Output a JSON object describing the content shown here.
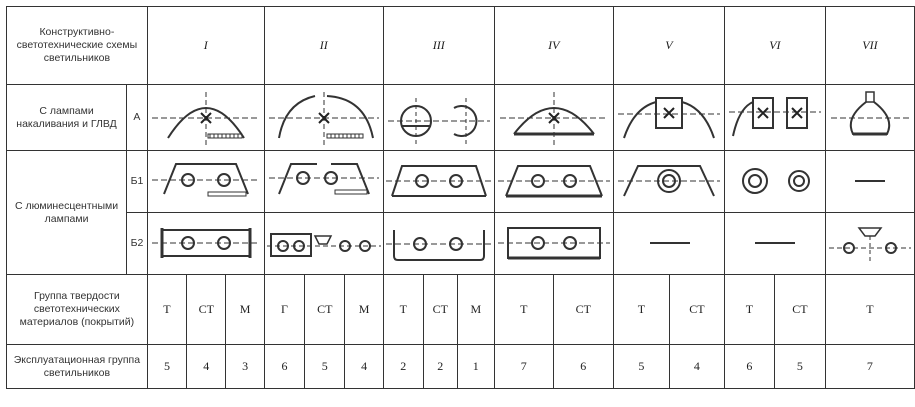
{
  "header": {
    "title": "Конструктивно-светотехнические схемы светильников",
    "groups": [
      "I",
      "II",
      "III",
      "IV",
      "V",
      "VI",
      "VII"
    ]
  },
  "rows": {
    "incandescent": {
      "label": "С лампами накаливания и ГЛВД",
      "code": "А"
    },
    "fluorescent": {
      "label": "С люминесцентными лампами",
      "code_b1": "Б1",
      "code_b2": "Б2"
    },
    "hardness": {
      "label": "Группа твердости светотехнических материалов (покрытий)",
      "values": [
        "Т",
        "СТ",
        "М",
        "Г",
        "СТ",
        "М",
        "Т",
        "СТ",
        "М",
        "Т",
        "СТ",
        "Т",
        "СТ",
        "Т",
        "СТ",
        "Т"
      ]
    },
    "operational": {
      "label": "Эксплуатационная группа светильников",
      "values": [
        "5",
        "4",
        "3",
        "6",
        "5",
        "4",
        "2",
        "2",
        "1",
        "7",
        "6",
        "5",
        "4",
        "6",
        "5",
        "7"
      ]
    }
  }
}
